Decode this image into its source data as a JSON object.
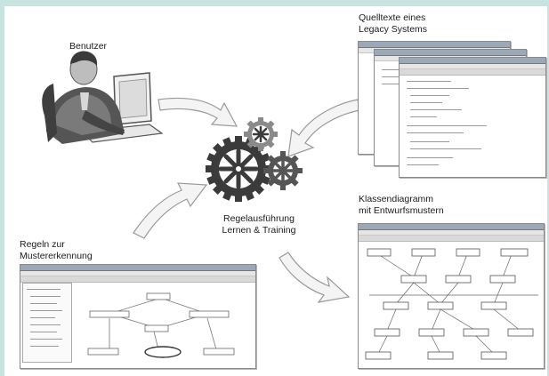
{
  "labels": {
    "user": "Benutzer",
    "sources_line1": "Quelltexte eines",
    "sources_line2": "Legacy Systems",
    "rules_line1": "Regeln zur",
    "rules_line2": "Mustererkennung",
    "center_line1": "Regelausführung",
    "center_line2": "Lernen & Training",
    "classdiag_line1": "Klassendiagramm",
    "classdiag_line2": "mit Entwurfsmustern"
  },
  "icons": {
    "user": "user-at-computer-icon",
    "gears": "gears-icon",
    "arrows": "curved-arrow-icon"
  },
  "colors": {
    "background": "#c8e4e1",
    "panel": "#ffffff",
    "arrow_fill": "#f4f4f4",
    "arrow_stroke": "#9a9a9a",
    "gear_dark": "#3b3b3b",
    "gear_mid": "#6b6b6b"
  }
}
